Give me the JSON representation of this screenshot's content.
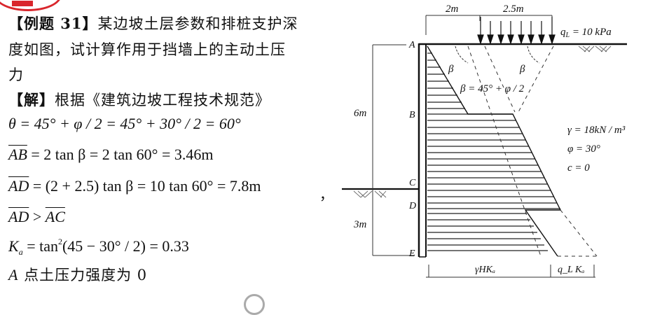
{
  "problem": {
    "heading_bracket_open": "【",
    "heading_label": "例题 31",
    "heading_bracket_close": "】",
    "statement_line1": "某边坡土层参数和排桩支护深",
    "statement_line2": "度如图，试计算作用于挡墙上的主动土压",
    "statement_line3": "力"
  },
  "solution": {
    "label": "【解】",
    "intro": "根据《建筑边坡工程技术规范》",
    "eq_theta": "θ = 45° + φ / 2 = 45° + 30° / 2 = 60°",
    "eq_ab_lhs": "AB",
    "eq_ab_rhs": " = 2 tan β = 2 tan 60° = 3.46m",
    "eq_ad_lhs": "AD",
    "eq_ad_rhs": " = (2 + 2.5) tan β = 10 tan 60° = 7.8m",
    "trailing_comma": "，",
    "cmp_lhs": "AD",
    "cmp_op": " > ",
    "cmp_rhs": "AC",
    "ka_lhs": "K",
    "ka_sub": "a",
    "ka_mid": " = tan",
    "ka_sup": "2",
    "ka_rhs": "(45 − 30° / 2) = 0.33",
    "point_a": "A",
    "point_a_text": " 点土压力强度为 0"
  },
  "diagram": {
    "dim_top_left": "2m",
    "dim_top_right": "2.5m",
    "surcharge_label": "q_L = 10 kPa",
    "surcharge_q": "q",
    "surcharge_sub": "L",
    "surcharge_val": " = 10 kPa",
    "points": [
      "A",
      "B",
      "C",
      "D",
      "E"
    ],
    "dim_left_upper": "6m",
    "dim_left_lower": "3m",
    "beta_left": "β",
    "beta_right": "β",
    "beta_formula": "β = 45° + φ / 2",
    "soil_gamma": "γ = 18kN / m³",
    "soil_phi": "φ = 30°",
    "soil_c": "c = 0",
    "bottom_dim_left": "γHKₐ",
    "bottom_dim_right": "q_L Kₐ",
    "line_color": "#111111"
  },
  "decorations": {
    "stamp_color": "#d9262c"
  }
}
